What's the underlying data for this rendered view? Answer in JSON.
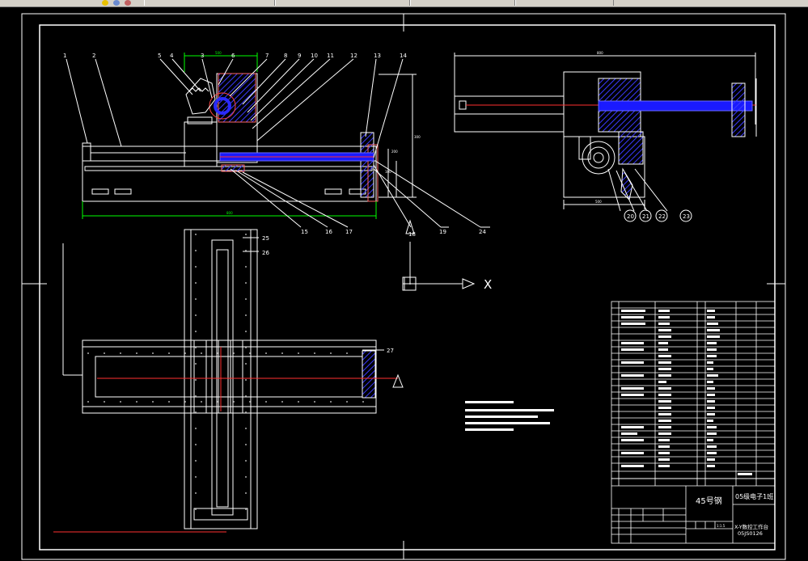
{
  "drawing": {
    "part_labels_top": [
      "1",
      "2",
      "3",
      "4",
      "5",
      "6",
      "7",
      "8",
      "9",
      "10",
      "11",
      "12",
      "13",
      "14"
    ],
    "part_labels_bottom": [
      "15",
      "16",
      "17",
      "18",
      "19",
      "24"
    ],
    "part_labels_side": [
      "20",
      "21",
      "22",
      "23"
    ],
    "part_label_25": "25",
    "part_label_26": "26",
    "part_label_27": "27",
    "dim_left_top": "500",
    "dim_left_bottom": "800",
    "dim_right_top": "800",
    "dim_right_bottom": "500",
    "dim_vert_1": "300",
    "dim_vert_2": "200",
    "dim_vert_3": "100",
    "axis_x": "X",
    "title_block": {
      "project": "05级电子1班",
      "material": "45号钢",
      "drawing_name": "X-Y数控工作台",
      "drawing_no": "05JS0126",
      "scale": "1:1.5"
    }
  }
}
